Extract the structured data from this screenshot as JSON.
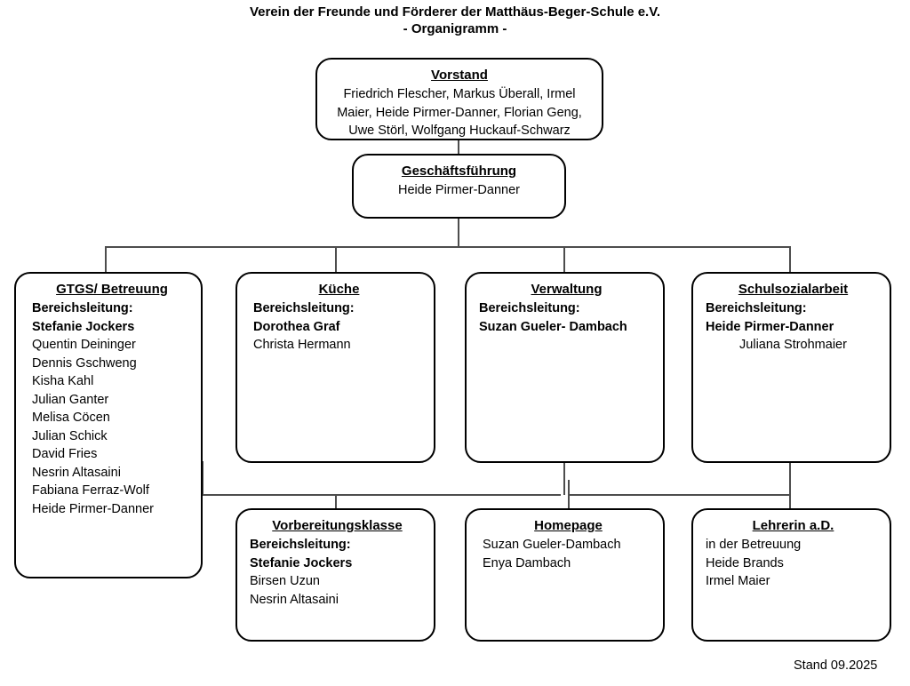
{
  "title": {
    "line1": "Verein der Freunde und Förderer der Matthäus-Beger-Schule e.V.",
    "line2": "- Organigramm -"
  },
  "footer": {
    "text": "Stand 09.2025"
  },
  "colors": {
    "box_border": "#000000",
    "connector": "#4d4d4d",
    "background": "#ffffff",
    "text": "#000000"
  },
  "nodes": {
    "vorstand": {
      "title": "Vorstand",
      "lines": [
        "Friedrich Flescher, Markus Überall, Irmel",
        "Maier, Heide Pirmer-Danner, Florian Geng,",
        "Uwe Störl, Wolfgang Huckauf-Schwarz"
      ]
    },
    "geschaeftsfuehrung": {
      "title": "Geschäftsführung",
      "lines": [
        "Heide Pirmer-Danner"
      ]
    },
    "gtgs": {
      "title": "GTGS/ Betreuung",
      "lead_label": "Bereichsleitung:",
      "lead_name": "Stefanie Jockers",
      "members": [
        "Quentin Deininger",
        "Dennis Gschweng",
        "Kisha Kahl",
        "Julian Ganter",
        "Melisa Cöcen",
        "Julian Schick",
        "David Fries",
        "Nesrin Altasaini",
        "Fabiana Ferraz-Wolf",
        "Heide Pirmer-Danner"
      ]
    },
    "kueche": {
      "title": "Küche",
      "lead_label": "Bereichsleitung:",
      "lead_name": "Dorothea Graf",
      "members": [
        "Christa Hermann"
      ]
    },
    "verwaltung": {
      "title": "Verwaltung",
      "lead_label": "Bereichsleitung:",
      "lead_name": "Suzan Gueler- Dambach",
      "members": []
    },
    "schulsozialarbeit": {
      "title": "Schulsozialarbeit",
      "lead_label": "Bereichsleitung:",
      "lead_name": "Heide Pirmer-Danner",
      "members": [
        "Juliana Strohmaier"
      ]
    },
    "vorbereitungsklasse": {
      "title": "Vorbereitungsklasse",
      "lead_label": "Bereichsleitung:",
      "lead_name": "Stefanie Jockers",
      "members": [
        "Birsen Uzun",
        "Nesrin Altasaini"
      ]
    },
    "homepage": {
      "title": "Homepage",
      "members": [
        "Suzan Gueler-Dambach",
        "Enya Dambach"
      ]
    },
    "lehrerin_ad": {
      "title": "Lehrerin a.D.",
      "members": [
        "in der Betreuung",
        "Heide Brands",
        "Irmel Maier"
      ]
    }
  }
}
